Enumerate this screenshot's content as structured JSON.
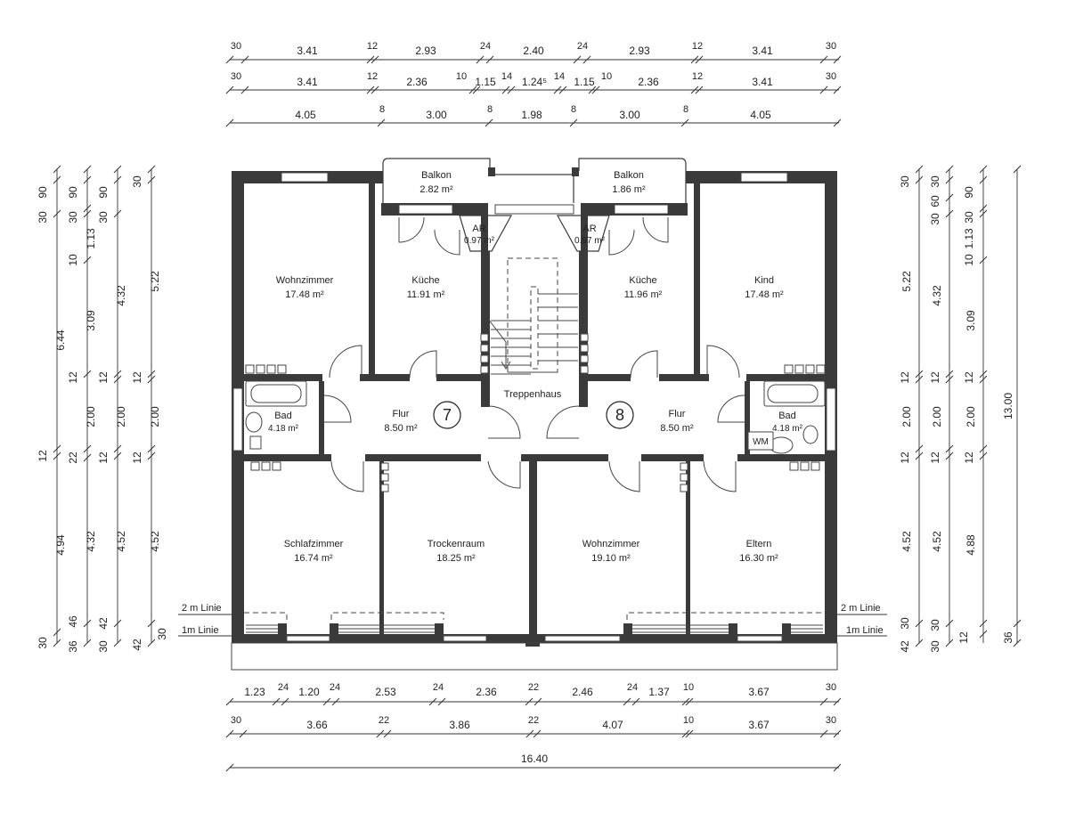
{
  "rooms": [
    {
      "name": "Balkon",
      "area": "2.82 m²"
    },
    {
      "name": "Balkon",
      "area": "1.86 m²"
    },
    {
      "name": "AR",
      "area": "0.97 m²"
    },
    {
      "name": "AR",
      "area": "0.97 m²"
    },
    {
      "name": "Wohnzimmer",
      "area": "17.48 m²"
    },
    {
      "name": "Küche",
      "area": "11.91 m²"
    },
    {
      "name": "Küche",
      "area": "11.96 m²"
    },
    {
      "name": "Kind",
      "area": "17.48 m²"
    },
    {
      "name": "Bad",
      "area": "4.18 m²"
    },
    {
      "name": "Flur",
      "area": "8.50 m²"
    },
    {
      "name": "Treppenhaus",
      "area": ""
    },
    {
      "name": "Flur",
      "area": "8.50 m²"
    },
    {
      "name": "Bad",
      "area": "4.18 m²"
    },
    {
      "name": "Schlafzimmer",
      "area": "16.74 m²"
    },
    {
      "name": "Trockenraum",
      "area": "18.25 m²"
    },
    {
      "name": "Wohnzimmer",
      "area": "19.10 m²"
    },
    {
      "name": "Eltern",
      "area": "16.30 m²"
    }
  ],
  "units": [
    "7",
    "8"
  ],
  "fixtures": {
    "wm": "WM"
  },
  "lines": {
    "two_m": "2 m Linie",
    "one_m": "1m Linie"
  },
  "top_dims": {
    "row1": {
      "main": [
        "3.41",
        "2.93",
        "2.40",
        "2.93",
        "3.41"
      ],
      "small": [
        "30",
        "12",
        "24",
        "24",
        "12",
        "30"
      ]
    },
    "row2": {
      "main": [
        "3.41",
        "2.36",
        "1.15",
        "1.24⁵",
        "1.15",
        "2.36",
        "3.41"
      ],
      "small": [
        "30",
        "12",
        "10",
        "14",
        "14",
        "10",
        "12",
        "30"
      ]
    },
    "row3": {
      "main": [
        "4.05",
        "3.00",
        "1.98",
        "3.00",
        "4.05"
      ],
      "small": [
        "8",
        "8",
        "8",
        "8"
      ]
    }
  },
  "bottom_dims": {
    "row1": {
      "main": [
        "1.23",
        "1.20",
        "2.53",
        "2.36",
        "2.46",
        "1.37",
        "3.67"
      ],
      "small": [
        "24",
        "24",
        "24",
        "22",
        "24",
        "10",
        "30"
      ]
    },
    "row2": {
      "main": [
        "3.66",
        "3.86",
        "4.07",
        "3.67"
      ],
      "small": [
        "30",
        "22",
        "22",
        "10",
        "30"
      ]
    },
    "total": "16.40"
  },
  "left_dims": {
    "col1": [
      "30",
      "90",
      "6.44",
      "12",
      "4.94",
      "30"
    ],
    "col2": [
      "30",
      "90",
      "10",
      "1.13",
      "3.09",
      "12",
      "2.00",
      "22",
      "4.32",
      "36",
      "46"
    ],
    "col3": [
      "30",
      "90",
      "4.32",
      "12",
      "2.00",
      "12",
      "4.52",
      "30",
      "42"
    ],
    "col4": [
      "30",
      "5.22",
      "12",
      "2.00",
      "12",
      "4.52",
      "42",
      "30"
    ]
  },
  "right_dims": {
    "col1": [
      "30",
      "5.22",
      "12",
      "2.00",
      "12",
      "4.52",
      "42",
      "30"
    ],
    "col2": [
      "30",
      "60",
      "30",
      "4.32",
      "12",
      "2.00",
      "12",
      "4.52",
      "30",
      "30"
    ],
    "col3": [
      "30",
      "90",
      "10",
      "1.13",
      "3.09",
      "12",
      "2.00",
      "12",
      "4.88",
      "12"
    ],
    "col4": [
      "13.00",
      "36"
    ]
  }
}
